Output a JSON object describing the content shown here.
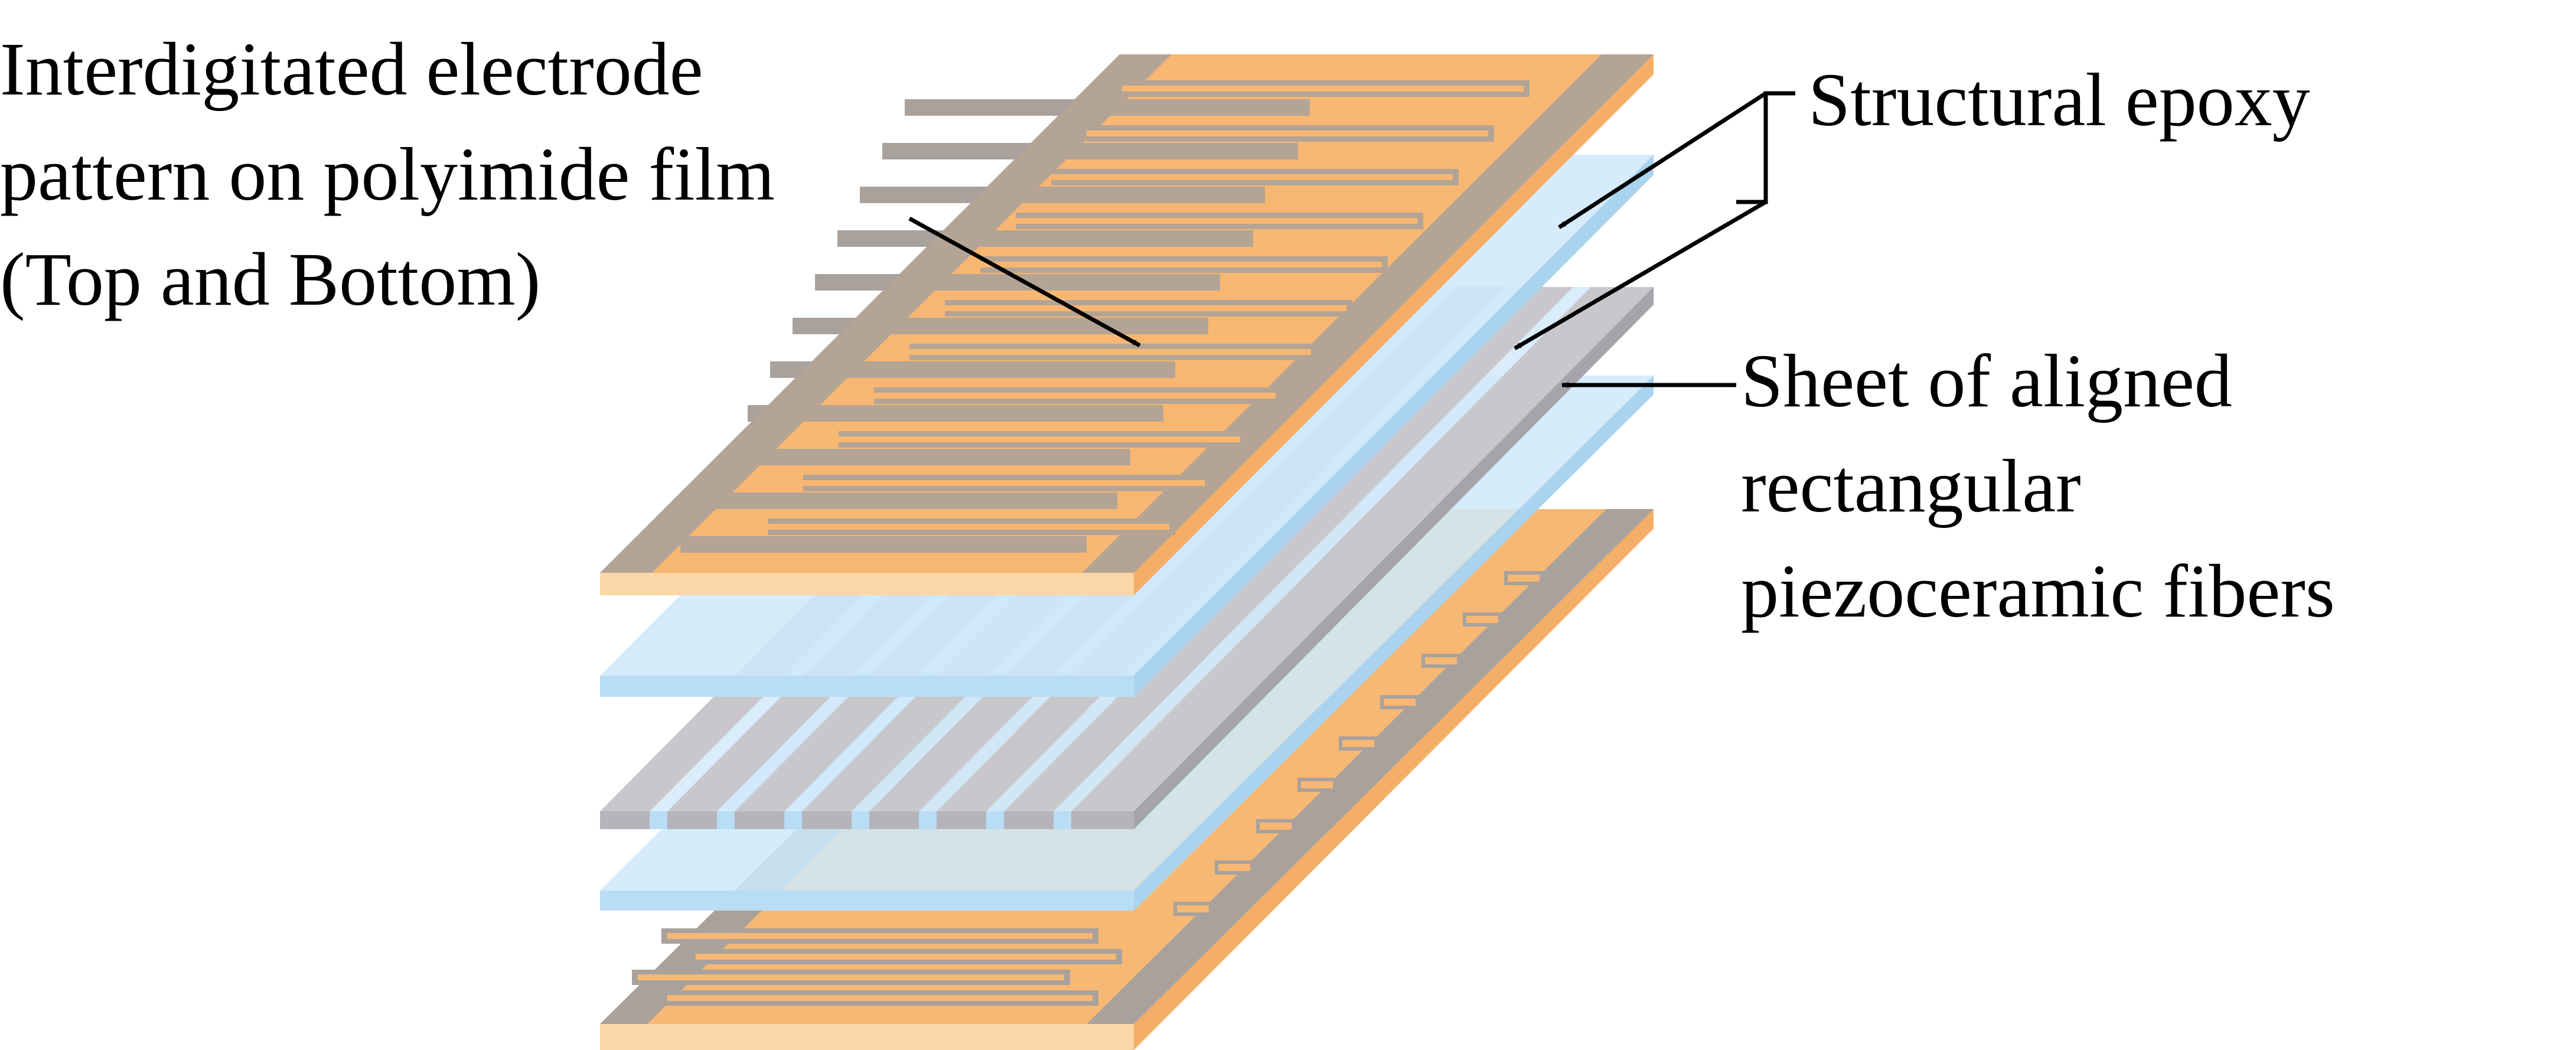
{
  "labels": {
    "electrode": {
      "lines": [
        "Interdigitated electrode",
        "pattern on polyimide film",
        "(Top and Bottom)"
      ]
    },
    "epoxy": {
      "lines": [
        "Structural epoxy"
      ]
    },
    "fibers": {
      "lines": [
        "Sheet of aligned",
        "rectangular",
        "piezoceramic fibers"
      ]
    }
  },
  "layers": [
    {
      "name": "top-electrode-film",
      "material": "polyimide film with interdigitated electrode"
    },
    {
      "name": "upper-epoxy-layer",
      "material": "structural epoxy"
    },
    {
      "name": "piezoceramic-fiber-sheet",
      "material": "aligned rectangular piezoceramic fibers",
      "fiber_count": 8
    },
    {
      "name": "lower-epoxy-layer",
      "material": "structural epoxy"
    },
    {
      "name": "bottom-electrode-film",
      "material": "polyimide film with interdigitated electrode"
    }
  ],
  "colors": {
    "electrode_film": "#f7b874",
    "electrode_film_edge": "#fbd6a8",
    "electrode_trace": "#a9a29c",
    "epoxy": "#cfe9fa",
    "epoxy_edge": "#b8ddf4",
    "fiber": "#c8c8cc",
    "fiber_edge": "#b4b4ba",
    "arrow": "#000000"
  }
}
